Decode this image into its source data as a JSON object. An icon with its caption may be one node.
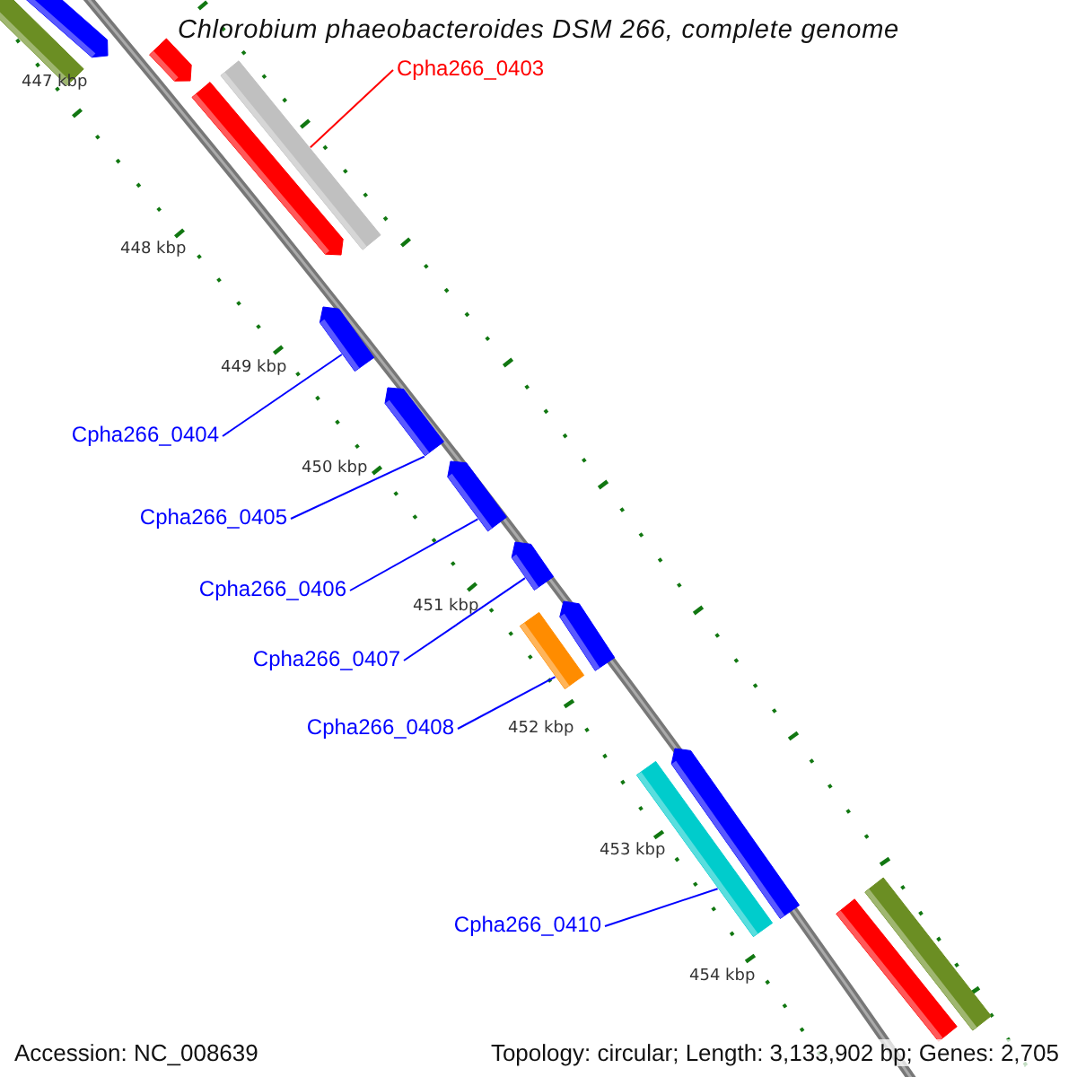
{
  "diagram": {
    "title": "Chlorobium phaeobacteroides DSM 266, complete genome",
    "nodes": [
      {
        "text": [],
        "shape": "bar"
      },
      {
        "text": [],
        "shape": "arrow"
      },
      {
        "text": [],
        "shape": "arrow"
      },
      {
        "text": [],
        "shape": "bar"
      },
      {
        "text": [],
        "shape": "arrow"
      },
      {
        "text": [],
        "shape": "arrow"
      },
      {
        "text": [],
        "shape": "arrow"
      },
      {
        "text": [],
        "shape": "arrow"
      },
      {
        "text": [],
        "shape": "arrow"
      },
      {
        "text": [],
        "shape": "bar"
      },
      {
        "text": [],
        "shape": "arrow"
      },
      {
        "text": [],
        "shape": "arrow"
      },
      {
        "text": [],
        "shape": "bar"
      },
      {
        "text": [],
        "shape": "bar"
      },
      {
        "text": [],
        "shape": "bar"
      },
      {
        "text": [
          "Cpha266_0403"
        ]
      },
      {
        "text": [
          "Cpha266_0404"
        ]
      },
      {
        "text": [
          "Cpha266_0405"
        ]
      },
      {
        "text": [
          "Cpha266_0406"
        ]
      },
      {
        "text": [
          "Cpha266_0407"
        ]
      },
      {
        "text": [
          "Cpha266_0408"
        ]
      },
      {
        "text": [
          "Cpha266_0410"
        ]
      }
    ],
    "edges": [
      {
        "from": 15,
        "to": 3,
        "arrow": "none",
        "color": "#ff0000"
      },
      {
        "from": 16,
        "to": 5,
        "arrow": "none"
      },
      {
        "from": 17,
        "to": 6,
        "arrow": "none"
      },
      {
        "from": 18,
        "to": 7,
        "arrow": "none"
      },
      {
        "from": 19,
        "to": 8,
        "arrow": "none"
      },
      {
        "from": 20,
        "to": 9,
        "arrow": "none"
      },
      {
        "from": 21,
        "to": 12,
        "arrow": "none"
      }
    ],
    "labels": [
      "447 kbp",
      "448 kbp",
      "449 kbp",
      "450 kbp",
      "451 kbp",
      "452 kbp",
      "453 kbp",
      "454 kbp",
      "Accession: NC_008639",
      "Topology: circular; Length: 3,133,902 bp; Genes: 2,705"
    ]
  }
}
